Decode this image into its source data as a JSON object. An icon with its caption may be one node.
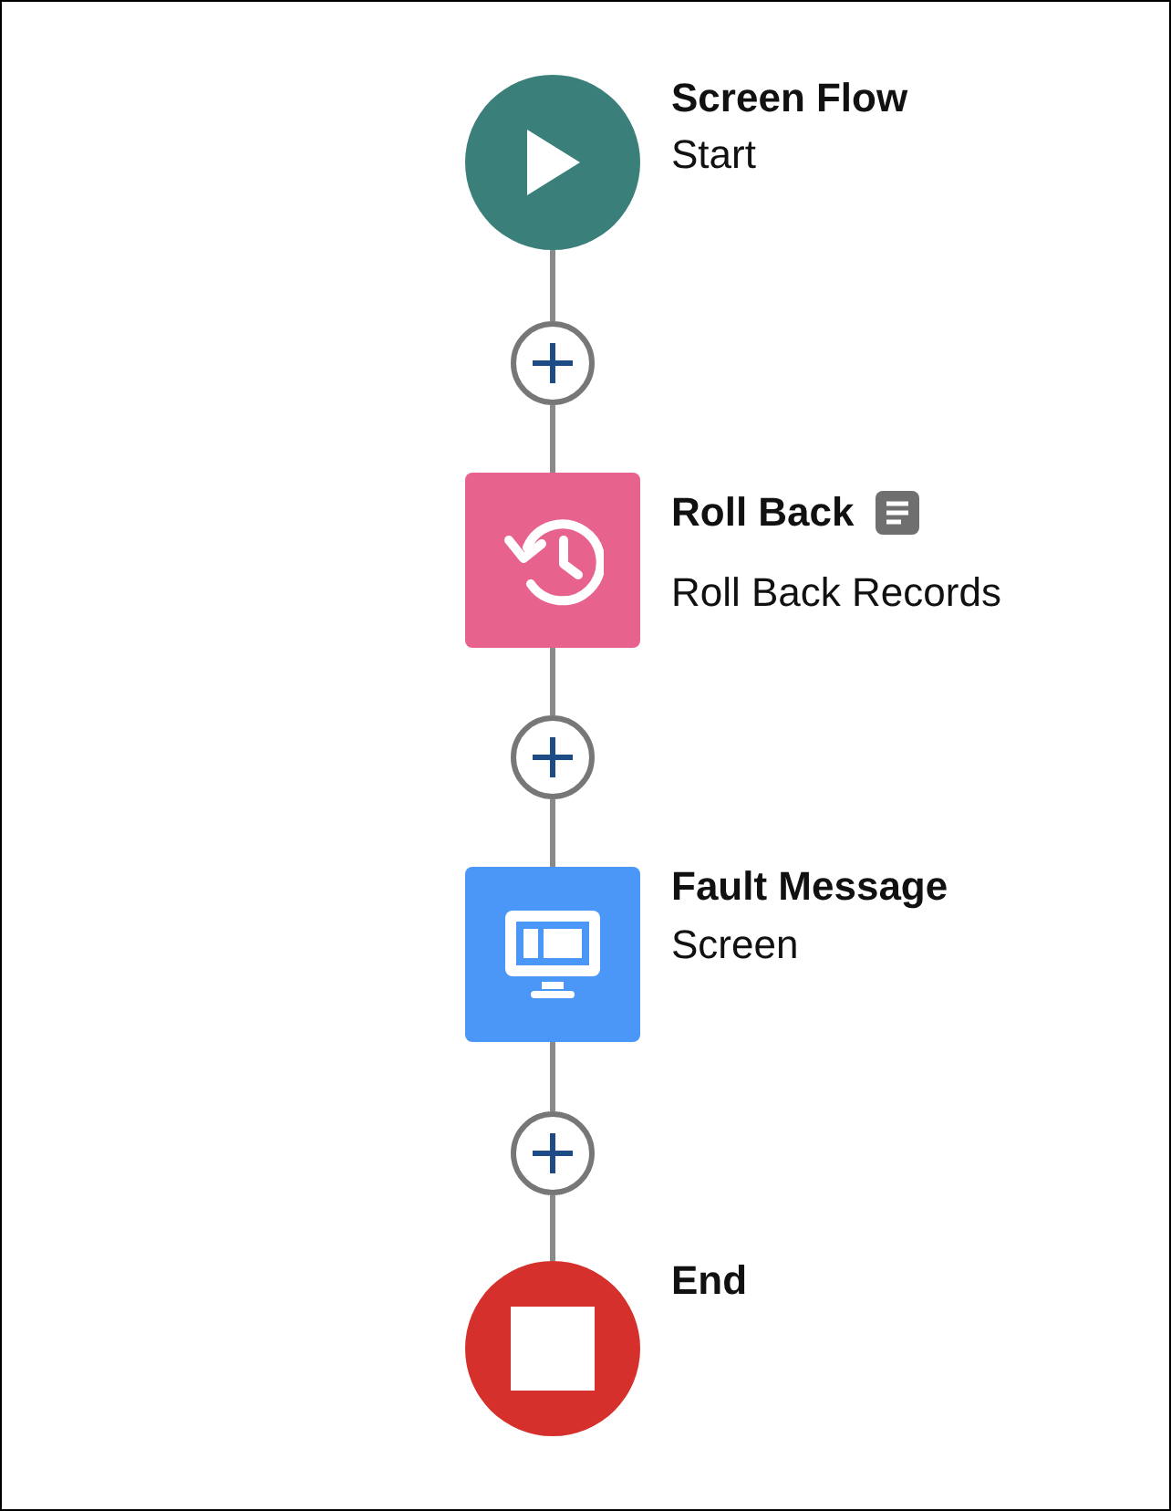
{
  "diagram": {
    "nodes": [
      {
        "text": [
          "Screen Flow",
          "Start"
        ]
      },
      {
        "text": [],
        "shape": "circle"
      },
      {
        "text": [
          "Roll Back",
          "Roll Back Records"
        ]
      },
      {
        "text": [],
        "shape": "circle"
      },
      {
        "text": [
          "Fault Message",
          "Screen"
        ]
      },
      {
        "text": [],
        "shape": "circle"
      },
      {
        "text": [
          "End"
        ]
      }
    ],
    "edges": [
      {
        "from": 0,
        "to": 1,
        "arrow": "none"
      },
      {
        "from": 1,
        "to": 2,
        "arrow": "none"
      },
      {
        "from": 2,
        "to": 3,
        "arrow": "none"
      },
      {
        "from": 3,
        "to": 4,
        "arrow": "none"
      },
      {
        "from": 4,
        "to": 5,
        "arrow": "none"
      },
      {
        "from": 5,
        "to": 6,
        "arrow": "none"
      }
    ]
  }
}
